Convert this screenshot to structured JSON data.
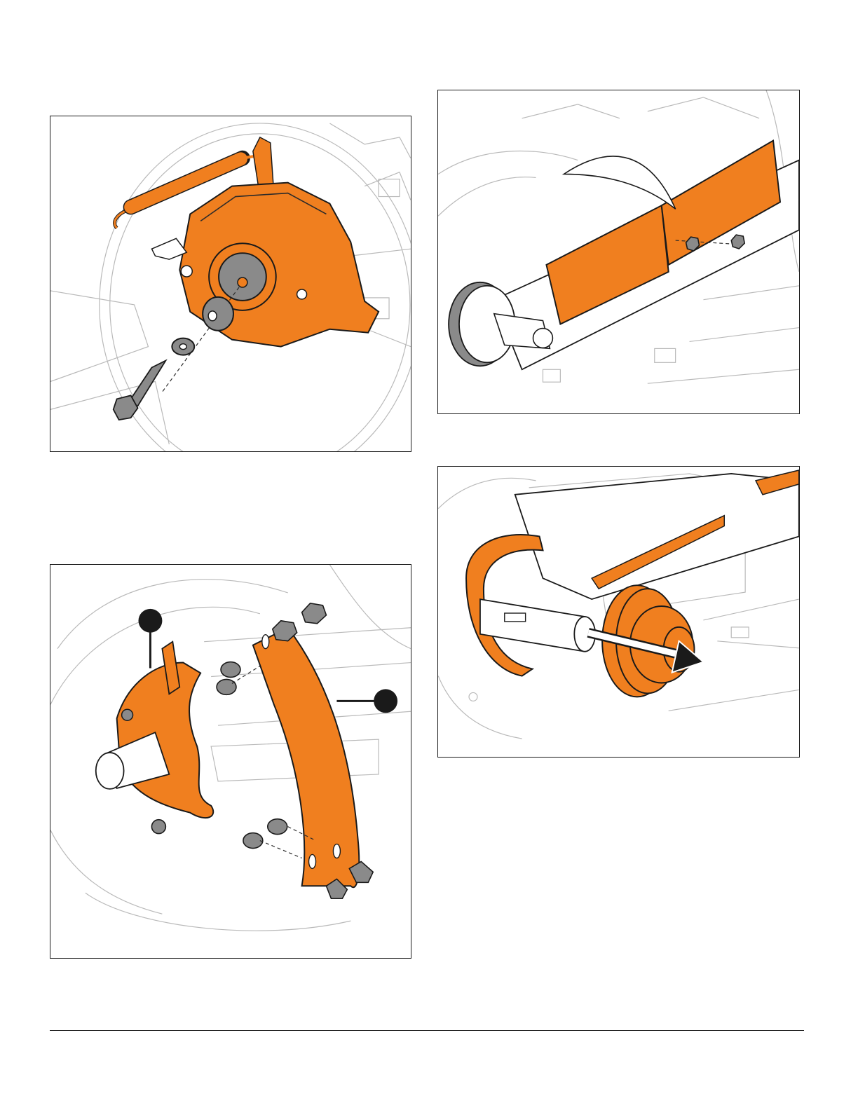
{
  "colors": {
    "accent_orange": "#f07f1f",
    "outline": "#1a1a1a",
    "hardware_gray": "#8a8a8a",
    "background_lines": "#b9b9b9"
  },
  "figures": [
    {
      "id": "fig1",
      "subject": "brake-assembly-explode-illustration"
    },
    {
      "id": "fig2",
      "subject": "scraper-plate-illustration"
    },
    {
      "id": "fig3",
      "subject": "shave-plate-callouts-illustration",
      "callouts": [
        "",
        ""
      ]
    },
    {
      "id": "fig4",
      "subject": "bearing-removal-illustration",
      "arrow_direction": "right"
    }
  ]
}
